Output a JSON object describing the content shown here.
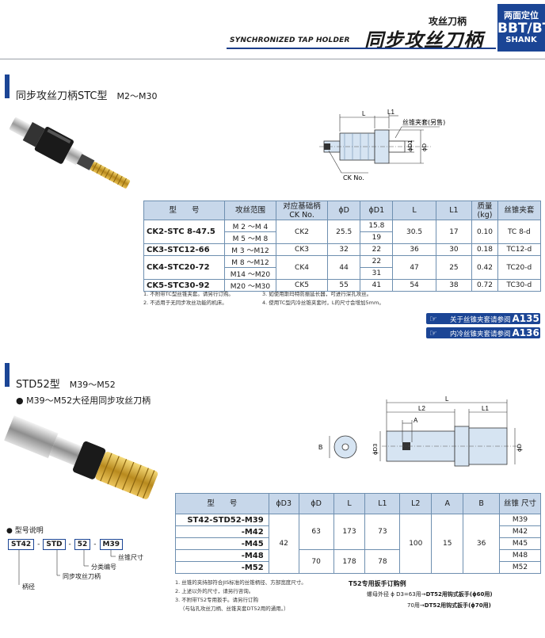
{
  "header": {
    "en_title": "SYNCHRONIZED TAP HOLDER",
    "sub_title": "攻丝刀柄",
    "main_title": "同步攻丝刀柄",
    "shank_top": "两面定位",
    "shank_mid": "BBT/BT",
    "shank_bottom": "SHANK"
  },
  "section1": {
    "title": "同步攻丝刀柄STC型",
    "range": "M2～M30",
    "diagram": {
      "label_L": "L",
      "label_L1": "L1",
      "label_collet": "丝锥夹套(另售)",
      "label_phiD1": "ϕD1",
      "label_phiD": "ϕD",
      "label_ck": "CK No."
    },
    "table": {
      "headers": [
        "型　　号",
        "攻丝范围",
        "对应基础柄 CK No.",
        "ϕD",
        "ϕD1",
        "L",
        "L1",
        "质量 (kg)",
        "丝锥夹套"
      ],
      "rows": [
        {
          "model": "CK2-STC  8-47.5",
          "range": [
            "M 2 ～M 4",
            "M 5 ～M 8"
          ],
          "ck": "CK2",
          "D": "25.5",
          "D1": [
            "15.8",
            "19"
          ],
          "L": "30.5",
          "L1": "17",
          "mass": "0.10",
          "collet": "TC  8-d"
        },
        {
          "model": "CK3-STC12-66",
          "range": [
            "M 3 ～M12"
          ],
          "ck": "CK3",
          "D": "32",
          "D1": [
            "22"
          ],
          "L": "36",
          "L1": "30",
          "mass": "0.18",
          "collet": "TC12-d"
        },
        {
          "model": "CK4-STC20-72",
          "range": [
            "M 8 ～M12",
            "M14 ～M20"
          ],
          "ck": "CK4",
          "D": "44",
          "D1": [
            "22",
            "31"
          ],
          "L": "47",
          "L1": "25",
          "mass": "0.42",
          "collet": "TC20-d"
        },
        {
          "model": "CK5-STC30-92",
          "range": [
            "M20 ～M30"
          ],
          "ck": "CK5",
          "D": "55",
          "D1": [
            "41"
          ],
          "L": "54",
          "L1": "38",
          "mass": "0.72",
          "collet": "TC30-d"
        }
      ]
    },
    "notes": [
      "1. 不附带TC型丝锥夹套。请另行订购。",
      "2. 不适用于无同步攻丝功能的机床。",
      "3. 如使用斯玛特防振延长器，可进行深孔攻丝。",
      "4. 使用TC型内冷丝锥夹套时，L的尺寸会增加5mm。"
    ],
    "refs": [
      {
        "text": "关于丝锥夹套请参阅",
        "page": "A135"
      },
      {
        "text": "内冷丝锥夹套请参阅",
        "page": "A136"
      }
    ]
  },
  "section2": {
    "title": "STD52型",
    "range": "M39～M52",
    "bullet": "M39～M52大径用同步攻丝刀柄",
    "diagram": {
      "label_L": "L",
      "label_L2": "L2",
      "label_L1": "L1",
      "label_A": "A",
      "label_B": "B",
      "label_phiD3": "ϕD3",
      "label_phiD": "ϕD"
    },
    "model_explain": {
      "title": "型号说明",
      "codes": [
        "ST42",
        "STD",
        "52",
        "M39"
      ],
      "seps": [
        "-",
        "-",
        "-"
      ],
      "labels": [
        "丝锥尺寸",
        "分类编号",
        "同步攻丝刀柄",
        "柄径"
      ]
    },
    "table": {
      "headers": [
        "型　　号",
        "ϕD3",
        "ϕD",
        "L",
        "L1",
        "L2",
        "A",
        "B",
        "丝锥 尺寸"
      ],
      "rows": [
        {
          "model": "ST42-STD52-M39",
          "size": "M39"
        },
        {
          "model": "-M42",
          "size": "M42"
        },
        {
          "model": "-M45",
          "size": "M45"
        },
        {
          "model": "-M48",
          "size": "M48"
        },
        {
          "model": "-M52",
          "size": "M52"
        }
      ],
      "D3": "42",
      "D": [
        "63",
        "70"
      ],
      "L": [
        "173",
        "178"
      ],
      "L1": [
        "73",
        "78"
      ],
      "L2": "100",
      "A": "15",
      "B": "36"
    },
    "notes": [
      "1. 丝锥的夹持部符合JIS标准的丝锥柄径、方部宽度尺寸。",
      "2. 上述以外的尺寸，请另行咨询。",
      "3. 不附带T52专用扳手。请另行订购",
      "（与钻孔攻丝刀柄、丝锥夹套DT52用的通用。）"
    ],
    "wrench": {
      "title": "T52专用扳手订购例",
      "line1_pre": "螺母外径 ϕ D3=63用→",
      "line1_bold": "DT52用钩式扳手(ϕ60用)",
      "line2_pre": "70用→",
      "line2_bold": "DT52用钩式扳手(ϕ70用)"
    }
  },
  "colors": {
    "brand": "#1b4595",
    "table_header": "#c7d7ea",
    "border": "#6e8fb0",
    "gold": "#c9a233"
  }
}
